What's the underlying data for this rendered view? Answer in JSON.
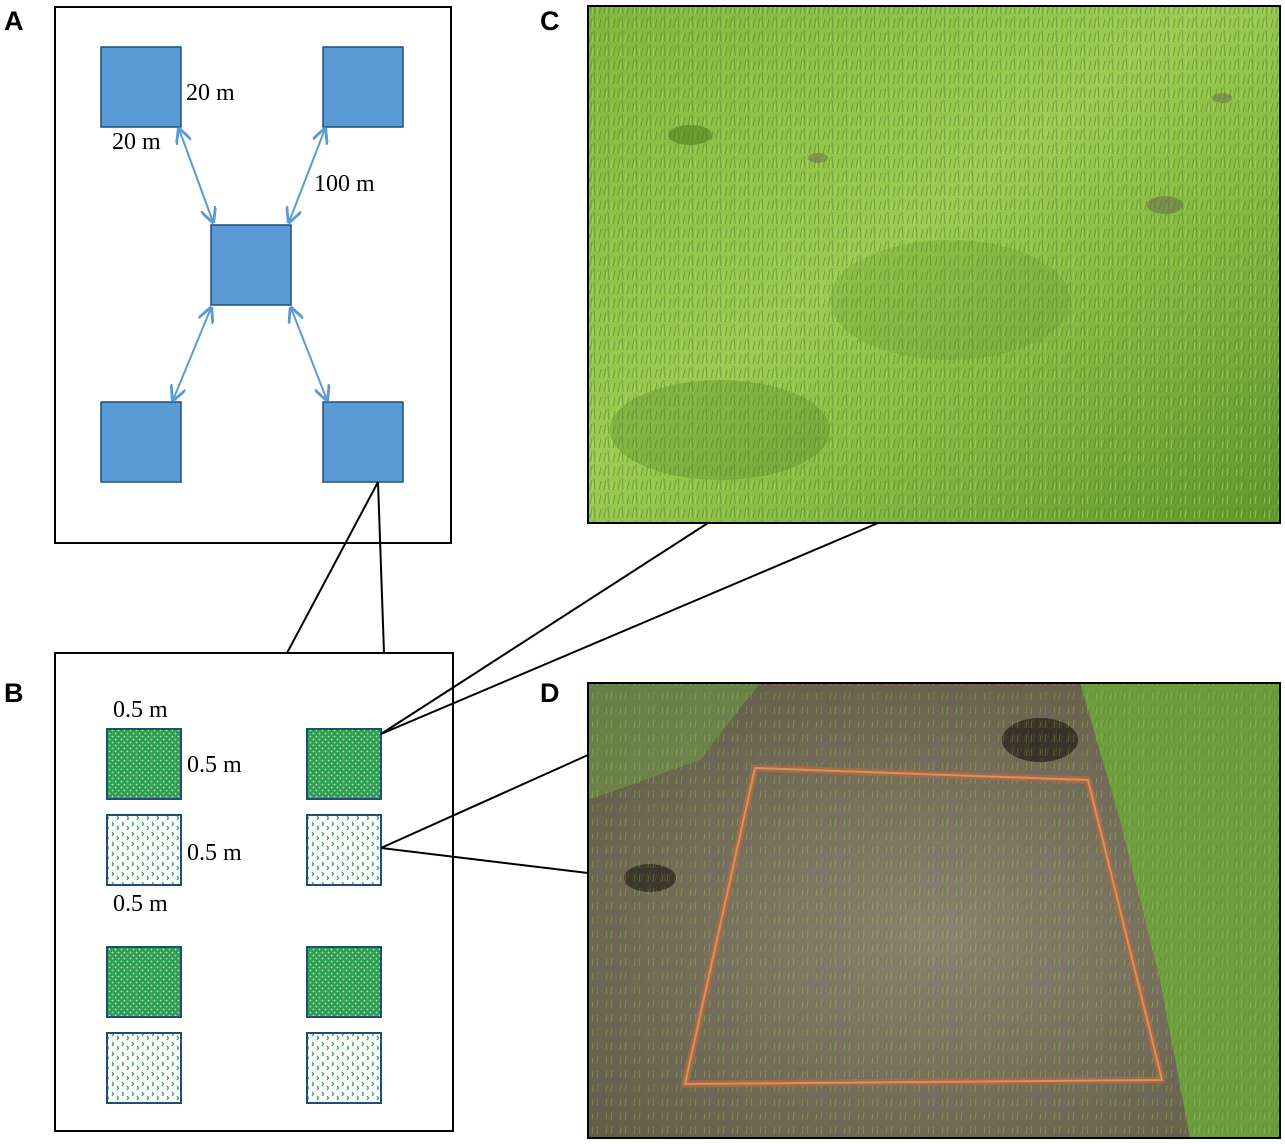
{
  "panels": {
    "a": {
      "letter": "A"
    },
    "b": {
      "letter": "B"
    },
    "c": {
      "letter": "C"
    },
    "d": {
      "letter": "D"
    }
  },
  "panel_a": {
    "plot_width_label": "20 m",
    "plot_height_label": "20 m",
    "plot_spacing_label": "100 m"
  },
  "panel_b": {
    "quadrat_width_label": "0.5 m",
    "quadrat_height_label": "0.5 m",
    "quadrat_height_label_2": "0.5 m",
    "quadrat_width_label_2": "0.5 m"
  },
  "colors": {
    "plot_fill": "#5b9bd5",
    "plot_stroke": "#1f4e79",
    "arrow": "#5b9bd5",
    "quadrat_dense_fill": "#2e9e4f",
    "quadrat_sparse_dots": "#2e9e4f",
    "quadrat_stroke": "#1f4e79",
    "grass_light": "#8fc34a",
    "grass_dark": "#4a7d22",
    "soil": "#7b7060",
    "frame_rod": "#a86a43"
  }
}
